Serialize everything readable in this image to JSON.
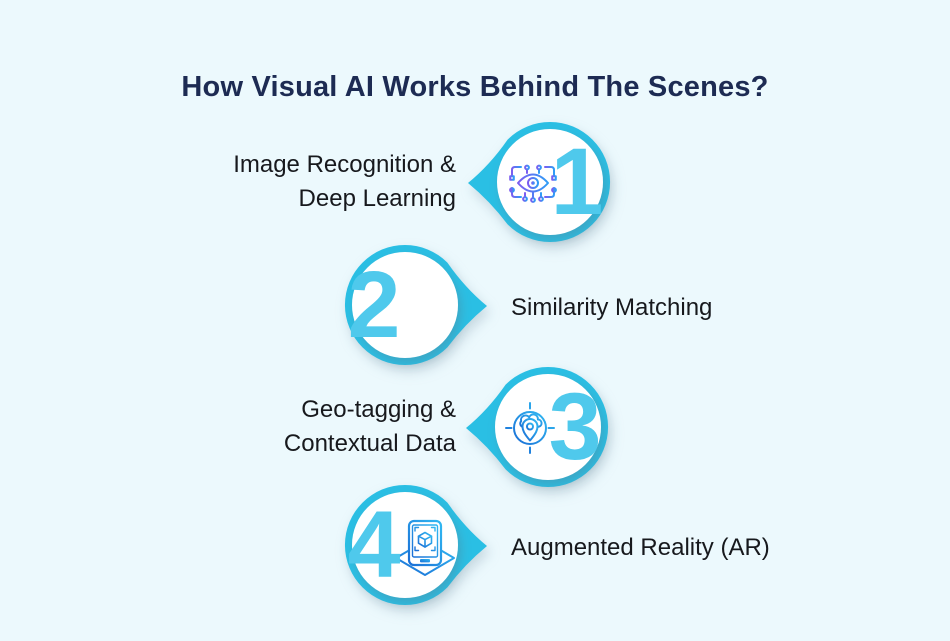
{
  "title": "How Visual AI Works Behind The Scenes?",
  "colors": {
    "background": "#ecf9fd",
    "title": "#1d2b53",
    "text": "#17191d",
    "accent": "#2abfe4",
    "number": "#4fc9ec",
    "icon-purple": "#7c5cf0",
    "icon-blue": "#2e9df6",
    "icon-blue-dark": "#1a6ed6",
    "icon-blue-light": "#31b9f2"
  },
  "steps": [
    {
      "number": "1",
      "lines": [
        "Image Recognition &",
        "Deep Learning"
      ],
      "icon": "computer-vision-eye-icon",
      "pointer": "left"
    },
    {
      "number": "2",
      "lines": [
        "Similarity Matching"
      ],
      "icon": "none",
      "pointer": "right"
    },
    {
      "number": "3",
      "lines": [
        "Geo-tagging &",
        "Contextual Data"
      ],
      "icon": "geo-tagging-target-icon",
      "pointer": "left"
    },
    {
      "number": "4",
      "lines": [
        "Augmented Reality (AR)"
      ],
      "icon": "ar-smartphone-icon",
      "pointer": "right"
    }
  ]
}
